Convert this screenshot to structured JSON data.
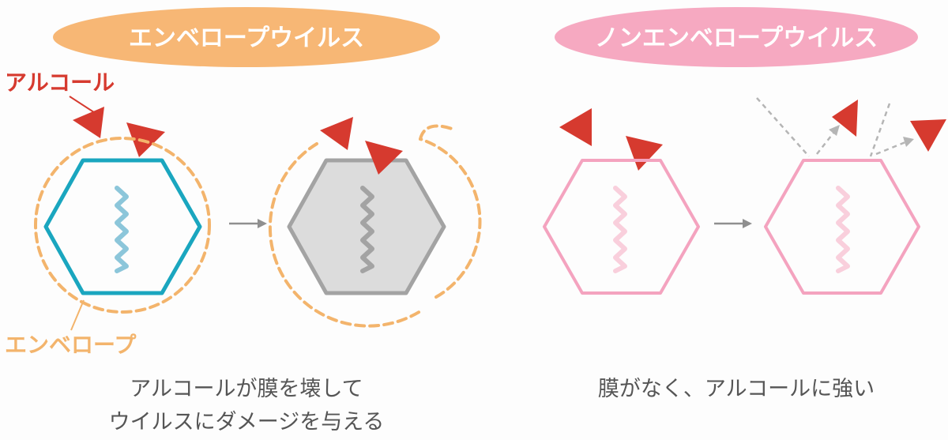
{
  "panels": {
    "envelope": {
      "title": "エンベロープウイルス",
      "caption_line1": "アルコールが膜を壊して",
      "caption_line2": "ウイルスにダメージを与える"
    },
    "non_envelope": {
      "title": "ノンエンベロープウイルス",
      "caption": "膜がなく、アルコールに強い"
    }
  },
  "labels": {
    "alcohol": "アルコール",
    "envelope": "エンベロープ"
  },
  "colors": {
    "alcohol_red": "#d63a2f",
    "envelope_orange": "#f3b46c",
    "envelope_capsid": "#1aa6bf",
    "envelope_rna": "#8cc6da",
    "damaged_gray": "#a3a3a3",
    "damaged_fill": "#dcdcdc",
    "non_envelope_pink": "#f4a3bf",
    "non_envelope_rna": "#f9cfdc",
    "arrow_gray": "#8f8f8f"
  }
}
